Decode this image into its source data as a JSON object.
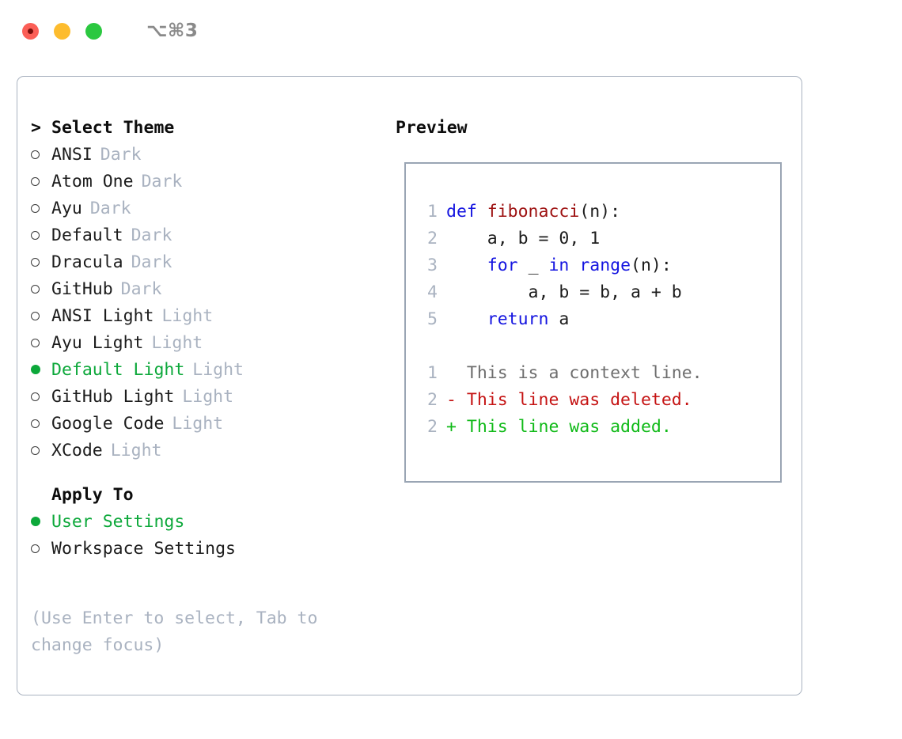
{
  "titlebar": {
    "traffic_lights": [
      {
        "name": "close",
        "color": "#fb5f57"
      },
      {
        "name": "minimize",
        "color": "#fdbc2e"
      },
      {
        "name": "maximize",
        "color": "#2bc840"
      }
    ],
    "shortcut": "⌥⌘3"
  },
  "colors": {
    "accent_green": "#0ca83a",
    "muted": "#a9b2c0",
    "border": "#aab3c0",
    "code_border": "#9aa5b4",
    "keyword_blue": "#1414e0",
    "function_red": "#9d1010",
    "diff_delete": "#c51313",
    "diff_add": "#10ba18",
    "diff_context": "#6e6e6e"
  },
  "theme_list": {
    "header": {
      "marker": ">",
      "label": "Select Theme"
    },
    "items": [
      {
        "marker": "hollow",
        "label": "ANSI",
        "tag": "Dark",
        "selected": false
      },
      {
        "marker": "hollow",
        "label": "Atom One",
        "tag": "Dark",
        "selected": false
      },
      {
        "marker": "hollow",
        "label": "Ayu",
        "tag": "Dark",
        "selected": false
      },
      {
        "marker": "hollow",
        "label": "Default",
        "tag": "Dark",
        "selected": false
      },
      {
        "marker": "hollow",
        "label": "Dracula",
        "tag": "Dark",
        "selected": false
      },
      {
        "marker": "hollow",
        "label": "GitHub",
        "tag": "Dark",
        "selected": false
      },
      {
        "marker": "hollow",
        "label": "ANSI Light",
        "tag": "Light",
        "selected": false
      },
      {
        "marker": "hollow",
        "label": "Ayu Light",
        "tag": "Light",
        "selected": false
      },
      {
        "marker": "filled",
        "label": "Default Light",
        "tag": "Light",
        "selected": true
      },
      {
        "marker": "hollow",
        "label": "GitHub Light",
        "tag": "Light",
        "selected": false
      },
      {
        "marker": "hollow",
        "label": "Google Code",
        "tag": "Light",
        "selected": false
      },
      {
        "marker": "hollow",
        "label": "XCode",
        "tag": "Light",
        "selected": false
      }
    ]
  },
  "apply_to": {
    "heading": "Apply To",
    "options": [
      {
        "marker": "filled",
        "label": "User Settings",
        "selected": true
      },
      {
        "marker": "hollow",
        "label": "Workspace Settings",
        "selected": false
      }
    ]
  },
  "hint": "(Use Enter to select, Tab to change focus)",
  "preview": {
    "title": "Preview",
    "code_lines": [
      {
        "num": "1",
        "tokens": [
          {
            "t": "def ",
            "c": "kw"
          },
          {
            "t": "fibonacci",
            "c": "fn"
          },
          {
            "t": "(n):",
            "c": "plain"
          }
        ]
      },
      {
        "num": "2",
        "tokens": [
          {
            "t": "    a, b = 0, 1",
            "c": "plain"
          }
        ]
      },
      {
        "num": "3",
        "tokens": [
          {
            "t": "    ",
            "c": "plain"
          },
          {
            "t": "for",
            "c": "kw"
          },
          {
            "t": " _ ",
            "c": "plain"
          },
          {
            "t": "in",
            "c": "kw"
          },
          {
            "t": " ",
            "c": "plain"
          },
          {
            "t": "range",
            "c": "kw"
          },
          {
            "t": "(n):",
            "c": "plain"
          }
        ]
      },
      {
        "num": "4",
        "tokens": [
          {
            "t": "        a, b = b, a + b",
            "c": "plain"
          }
        ]
      },
      {
        "num": "5",
        "tokens": [
          {
            "t": "    ",
            "c": "plain"
          },
          {
            "t": "return",
            "c": "kw"
          },
          {
            "t": " a",
            "c": "plain"
          }
        ]
      }
    ],
    "diff_lines": [
      {
        "num": "1",
        "sign": "  ",
        "text": "This is a context line.",
        "kind": "ctx"
      },
      {
        "num": "2",
        "sign": "- ",
        "text": "This line was deleted.",
        "kind": "del"
      },
      {
        "num": "2",
        "sign": "+ ",
        "text": "This line was added.",
        "kind": "add"
      }
    ]
  }
}
